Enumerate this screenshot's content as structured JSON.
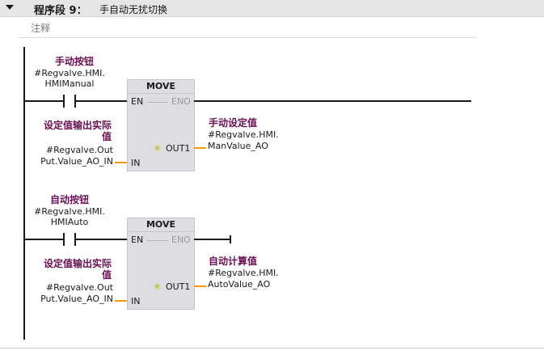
{
  "network": {
    "title": "程序段 9：",
    "subtitle": "手自动无扰切换",
    "comment_placeholder": "注释"
  },
  "rungs": [
    {
      "contact": {
        "name": "手动按钮",
        "address_line1": "#Regvalve.HMI.",
        "address_line2": "HMIManual"
      },
      "block": {
        "title": "MOVE",
        "pin_en": "EN",
        "pin_eno": "ENO",
        "pin_in": "IN",
        "pin_out": "OUT1",
        "in_name_line1": "设定值输出实际",
        "in_name_line2": "值",
        "in_addr_line1": "#Regvalve.Out",
        "in_addr_line2": "Put.Value_AO_IN",
        "out_name": "手动设定值",
        "out_addr_line1": "#Regvalve.HMI.",
        "out_addr_line2": "ManValue_AO"
      }
    },
    {
      "contact": {
        "name": "自动按钮",
        "address_line1": "#Regvalve.HMI.",
        "address_line2": "HMIAuto"
      },
      "block": {
        "title": "MOVE",
        "pin_en": "EN",
        "pin_eno": "ENO",
        "pin_in": "IN",
        "pin_out": "OUT1",
        "in_name_line1": "设定值输出实际",
        "in_name_line2": "值",
        "in_addr_line1": "#Regvalve.Out",
        "in_addr_line2": "Put.Value_AO_IN",
        "out_name": "自动计算值",
        "out_addr_line1": "#Regvalve.HMI.",
        "out_addr_line2": "AutoValue_AO"
      }
    }
  ],
  "colors": {
    "operand_name": "#6b1054",
    "block_fill": "#dddde2",
    "wire": "#1a1a1a",
    "connection": "#f39a00",
    "header": "#e6e6e6"
  },
  "icons": {
    "collapse": "chevron-down-icon",
    "contact": "no-contact-icon",
    "out_marker": "sun-icon"
  }
}
